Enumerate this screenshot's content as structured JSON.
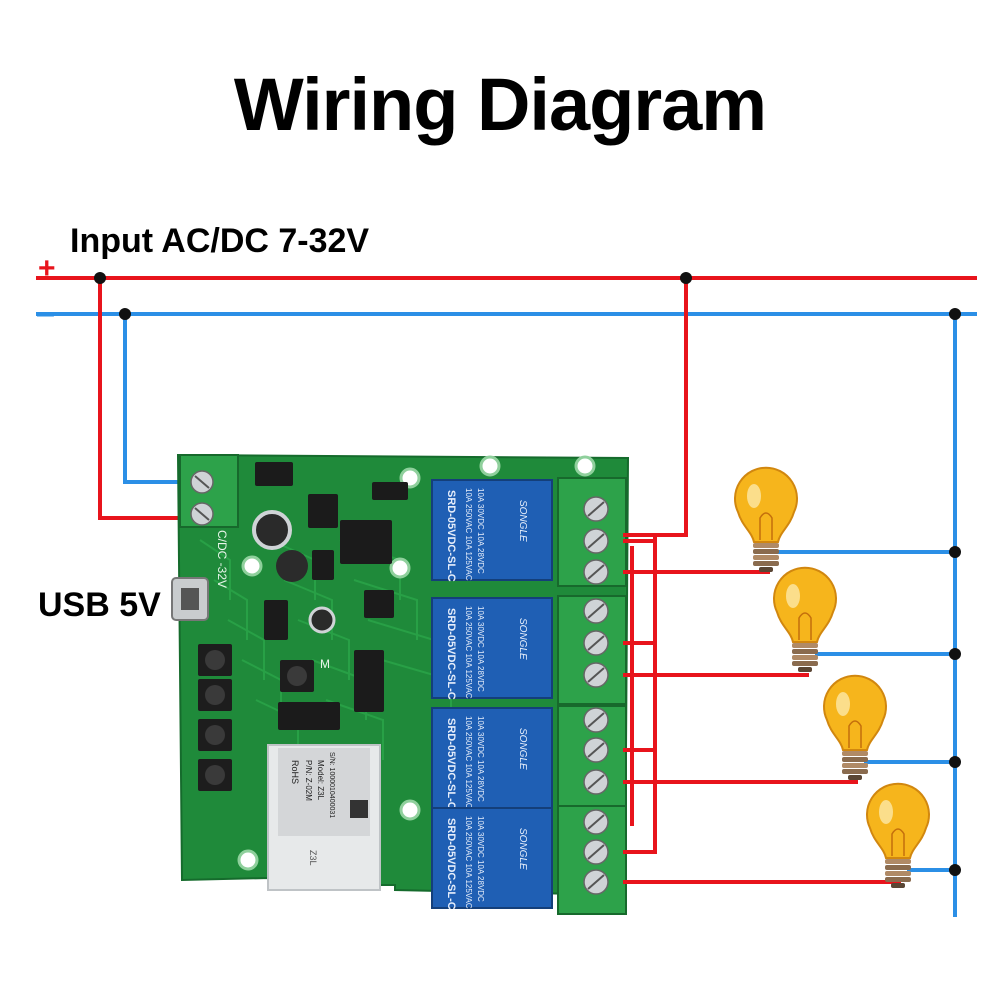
{
  "title": "Wiring Diagram",
  "input_label": "Input AC/DC 7-32V",
  "usb_label": "USB 5V",
  "polarity": {
    "positive": "+",
    "negative": "–"
  },
  "board_text": {
    "power_terminal": "C/DC -32V",
    "module_model": "Model: Z3L",
    "module_pn": "P/N: Z-02M",
    "module_sn": "S/N: 1000010400031",
    "module_rohs": "RoHS",
    "module_name": "Z3L",
    "button_label": "M"
  },
  "relays": [
    {
      "model": "SRD-05VDC-SL-C",
      "rating1": "10A 250VAC  10A 125VAC",
      "rating2": "10A 30VDC  10A 28VDC",
      "brand": "SONGLE"
    },
    {
      "model": "SRD-05VDC-SL-C",
      "rating1": "10A 250VAC  10A 125VAC",
      "rating2": "10A 30VDC  10A 28VDC",
      "brand": "SONGLE"
    },
    {
      "model": "SRD-05VDC-SL-C",
      "rating1": "10A 250VAC  10A 125VAC",
      "rating2": "10A 30VDC  10A 28VDC",
      "brand": "SONGLE"
    },
    {
      "model": "SRD-05VDC-SL-C",
      "rating1": "10A 250VAC  10A 125VAC",
      "rating2": "10A 30VDC  10A 28VDC",
      "brand": "SONGLE"
    }
  ],
  "colors": {
    "positive_wire": "#e8141c",
    "negative_wire": "#2b8fe6",
    "pcb": "#1f8a3a",
    "relay": "#1f5fb4",
    "terminal": "#2da24a",
    "bulb": "#f6b51c"
  }
}
